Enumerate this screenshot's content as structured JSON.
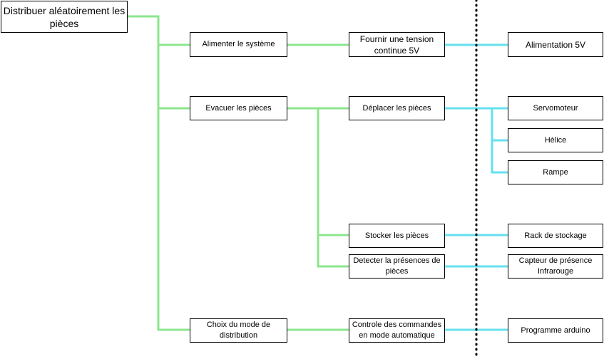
{
  "colors": {
    "function_links": "#8ce68c",
    "solution_links": "#66e0ee",
    "separator": "#000000",
    "node_border": "#000000",
    "node_fill": "#ffffff"
  },
  "nodes": {
    "root": "Distribuer aléatoirement les pièces",
    "f1": "Alimenter le système",
    "f2": "Evacuer les pièces",
    "f3": "Choix du mode de distribution",
    "t1": "Fournir une tension continue 5V",
    "t2": "Déplacer les pièces",
    "t3": "Stocker les pièces",
    "t4": "Detecter la présences de pièces",
    "t5": "Controle des commandes en mode automatique",
    "s1": "Alimentation 5V",
    "s2": "Servomoteur",
    "s3": "Hélice",
    "s4": "Rampe",
    "s5": "Rack de stockage",
    "s6": "Capteur de présence Infrarouge",
    "s7": "Programme arduino"
  }
}
